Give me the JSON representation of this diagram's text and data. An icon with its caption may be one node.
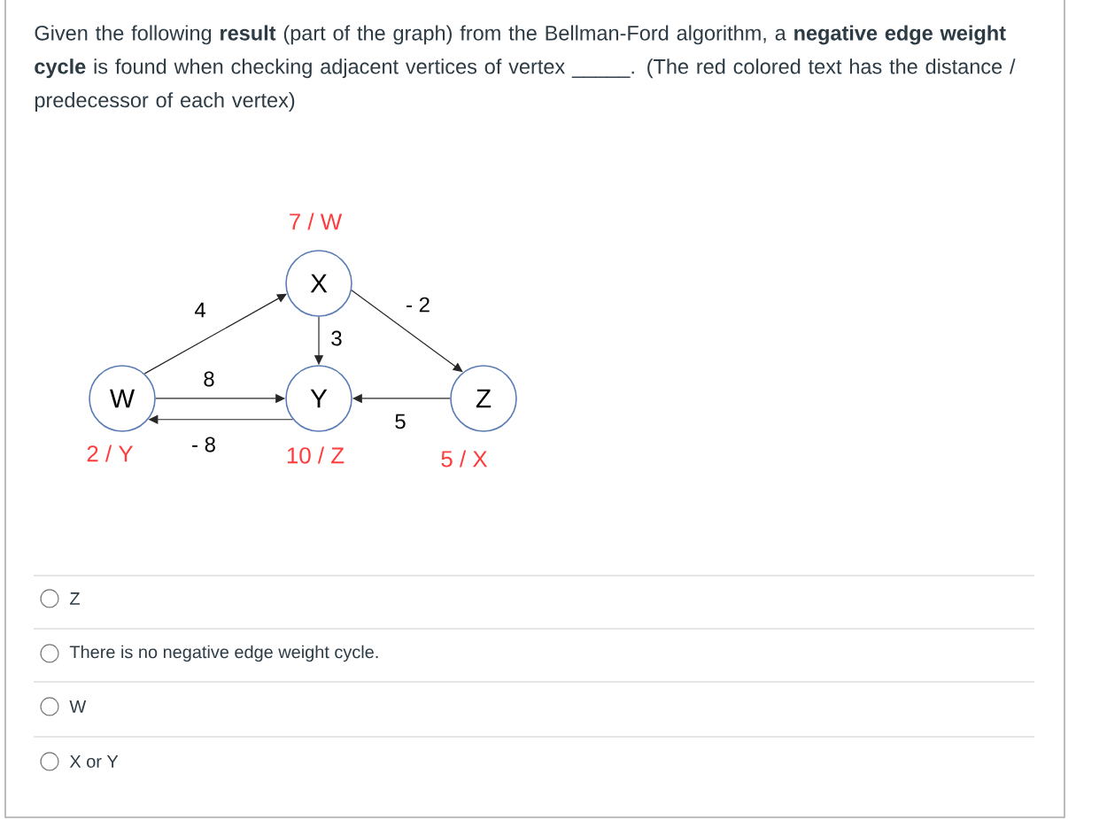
{
  "diagram": {
    "title": "Given the following **result** (part of the graph) from the Bellman-Ford algorithm, a **negative edge weight cycle** is found when checking adjacent vertices of vertex _____. (The red colored text has the distance / predecessor of each vertex)",
    "nodes": [
      {
        "text": [
          "W"
        ],
        "beside": [
          "2 / Y"
        ]
      },
      {
        "text": [
          "X"
        ],
        "beside": [
          "7 / W"
        ]
      },
      {
        "text": [
          "Y"
        ],
        "beside": [
          "10 / Z"
        ]
      },
      {
        "text": [
          "Z"
        ],
        "beside": [
          "5 / X"
        ]
      }
    ],
    "edges": [
      {
        "from": 0,
        "to": 1,
        "arrow": "to",
        "label": "4"
      },
      {
        "from": 0,
        "to": 2,
        "arrow": "to",
        "label": "8"
      },
      {
        "from": 2,
        "to": 0,
        "arrow": "to",
        "label": "- 8"
      },
      {
        "from": 1,
        "to": 2,
        "arrow": "to",
        "label": "3"
      },
      {
        "from": 1,
        "to": 3,
        "arrow": "to",
        "label": "- 2"
      },
      {
        "from": 3,
        "to": 2,
        "arrow": "to",
        "label": "5"
      }
    ],
    "labels": [
      "Z",
      "There is no negative edge weight cycle.",
      "W",
      "X or Y"
    ]
  }
}
